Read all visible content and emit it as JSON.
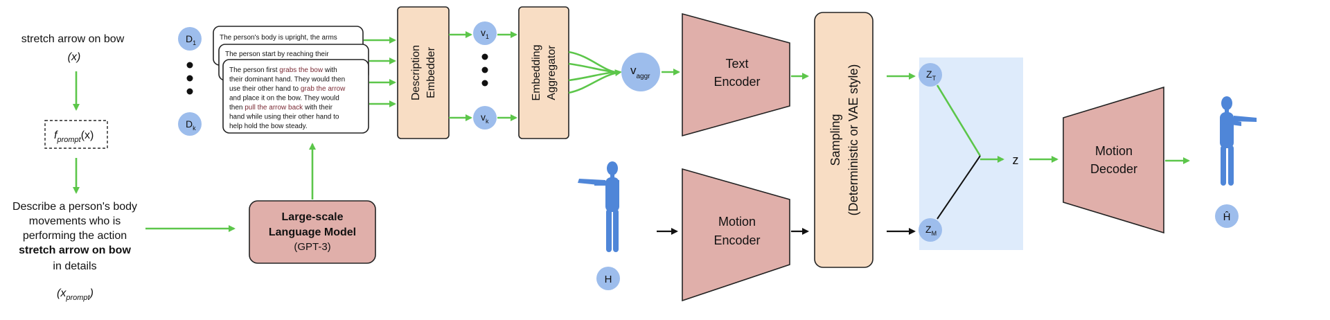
{
  "prompt_section": {
    "action_line": "stretch arrow on bow",
    "action_var": "(x)",
    "fprompt_main": "f",
    "fprompt_sub": "prompt",
    "fprompt_arg": "(x)",
    "desc_line1": "Describe a person's body",
    "desc_line2": "movements who is",
    "desc_line3": "performing the action",
    "desc_action": "stretch arrow on bow",
    "desc_line5": "in details",
    "xprompt_main": "(x",
    "xprompt_sub": "prompt",
    "xprompt_end": ")"
  },
  "llm": {
    "line1": "Large-scale",
    "line2": "Language Model",
    "line3": "(GPT-3)"
  },
  "descriptions": {
    "d1_main": "D",
    "d1_sub": "1",
    "dk_main": "D",
    "dk_sub": "k",
    "card_back_text": "The person's body is upright, the arms",
    "card_mid_text": "The person start by reaching their",
    "card_front": [
      [
        {
          "t": "The person first ",
          "h": false
        },
        {
          "t": "grabs the bow",
          "h": true
        },
        {
          "t": " with",
          "h": false
        }
      ],
      [
        {
          "t": "their dominant hand. They would then",
          "h": false
        }
      ],
      [
        {
          "t": "use their other hand to ",
          "h": false
        },
        {
          "t": "grab the arrow",
          "h": true
        }
      ],
      [
        {
          "t": "and place it on the bow. They would",
          "h": false
        }
      ],
      [
        {
          "t": "then ",
          "h": false
        },
        {
          "t": "pull the arrow back",
          "h": true
        },
        {
          "t": " with their",
          "h": false
        }
      ],
      [
        {
          "t": "hand while using their other hand to",
          "h": false
        }
      ],
      [
        {
          "t": "help hold the bow steady.",
          "h": false
        }
      ]
    ]
  },
  "embedder": {
    "line1": "Description",
    "line2": "Embedder",
    "v1_main": "v",
    "v1_sub": "1",
    "vk_main": "v",
    "vk_sub": "k"
  },
  "aggregator": {
    "line1": "Embedding",
    "line2": "Aggregator",
    "vaggr_main": "v",
    "vaggr_sub": "aggr"
  },
  "text_encoder": {
    "line1": "Text",
    "line2": "Encoder"
  },
  "motion_encoder": {
    "line1": "Motion",
    "line2": "Encoder"
  },
  "human_input_label": "H",
  "sampling": {
    "line1": "Sampling",
    "line2": "(Deterministic or VAE style)"
  },
  "latent": {
    "zt_main": "Z",
    "zt_sub": "T",
    "zm_main": "Z",
    "zm_sub": "M",
    "z_label": "z"
  },
  "motion_decoder": {
    "line1": "Motion",
    "line2": "Decoder"
  },
  "output_label": "Ĥ",
  "colors": {
    "green_arrow": "#5cc64a",
    "blue_node": "#9dbdec",
    "beige_block": "#f8ddc4",
    "pink_block": "#e0afaa",
    "latent_bg": "#deebfb",
    "highlight": "#7a2a34",
    "human": "#4f86d8"
  }
}
